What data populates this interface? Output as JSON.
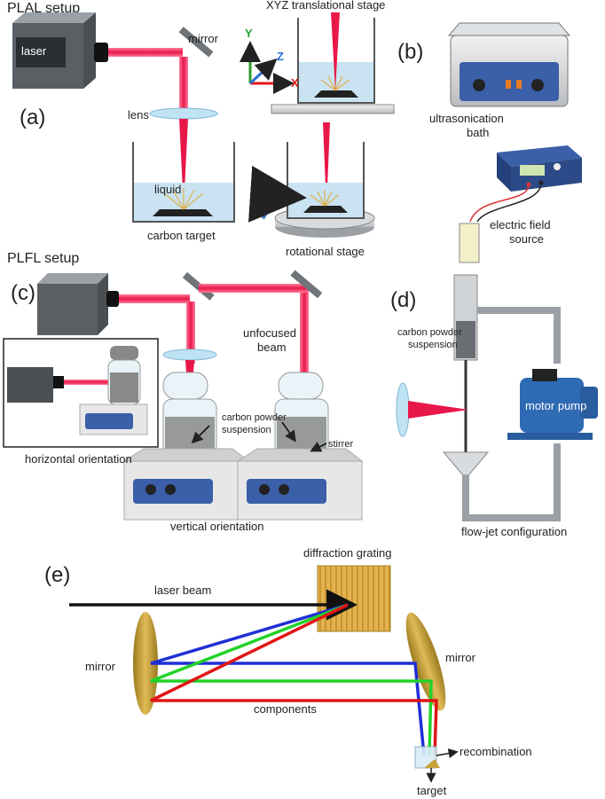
{
  "labels": {
    "plal_setup": "PLAL setup",
    "laser": "laser",
    "mirror_a": "mirror",
    "lens": "lens",
    "liquid": "liquid",
    "carbon_target": "carbon target",
    "xyz_stage": "XYZ translational stage",
    "axis_y": "Y",
    "axis_z": "Z",
    "axis_x": "X",
    "rotational_stage": "rotational stage",
    "panel_a": "(a)",
    "panel_b": "(b)",
    "ultrasonication_1": "ultrasonication",
    "ultrasonication_2": "bath",
    "efield_1": "electric field",
    "efield_2": "source",
    "plfl_setup": "PLFL setup",
    "panel_c": "(c)",
    "unfocused_1": "unfocused",
    "unfocused_2": "beam",
    "cps1_1": "carbon powder",
    "cps1_2": "suspension",
    "stirrer": "stirrer",
    "horizontal": "horizontal orientation",
    "vertical": "vertical orientation",
    "panel_d": "(d)",
    "cps2_1": "carbon powder",
    "cps2_2": "suspension",
    "motor_pump": "motor pump",
    "flow_jet": "flow-jet configuration",
    "panel_e": "(e)",
    "diffraction": "diffraction grating",
    "laser_beam": "laser beam",
    "mirror_e_left": "mirror",
    "mirror_e_right": "mirror",
    "components": "components",
    "recombination": "recombination",
    "target": "target"
  },
  "colors": {
    "laser": "#e8174a",
    "laser_red": "#e61e1e",
    "liquid": "#c9e3f2",
    "device_dark": "#3a3f44",
    "grating": "#e0b04a",
    "mirror_gold": "#c9a23a",
    "beam_blue": "#1f2fd6",
    "beam_green": "#22d22a",
    "beam_red": "#e11515"
  }
}
